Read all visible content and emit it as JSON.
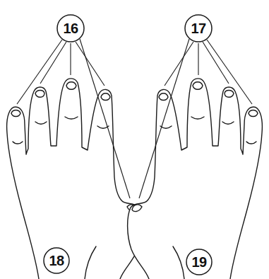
{
  "diagram": {
    "nodes": [
      {
        "text": [
          "16"
        ]
      },
      {
        "text": [
          "17"
        ]
      },
      {
        "text": [
          "18"
        ]
      },
      {
        "text": [
          "19"
        ]
      }
    ]
  }
}
